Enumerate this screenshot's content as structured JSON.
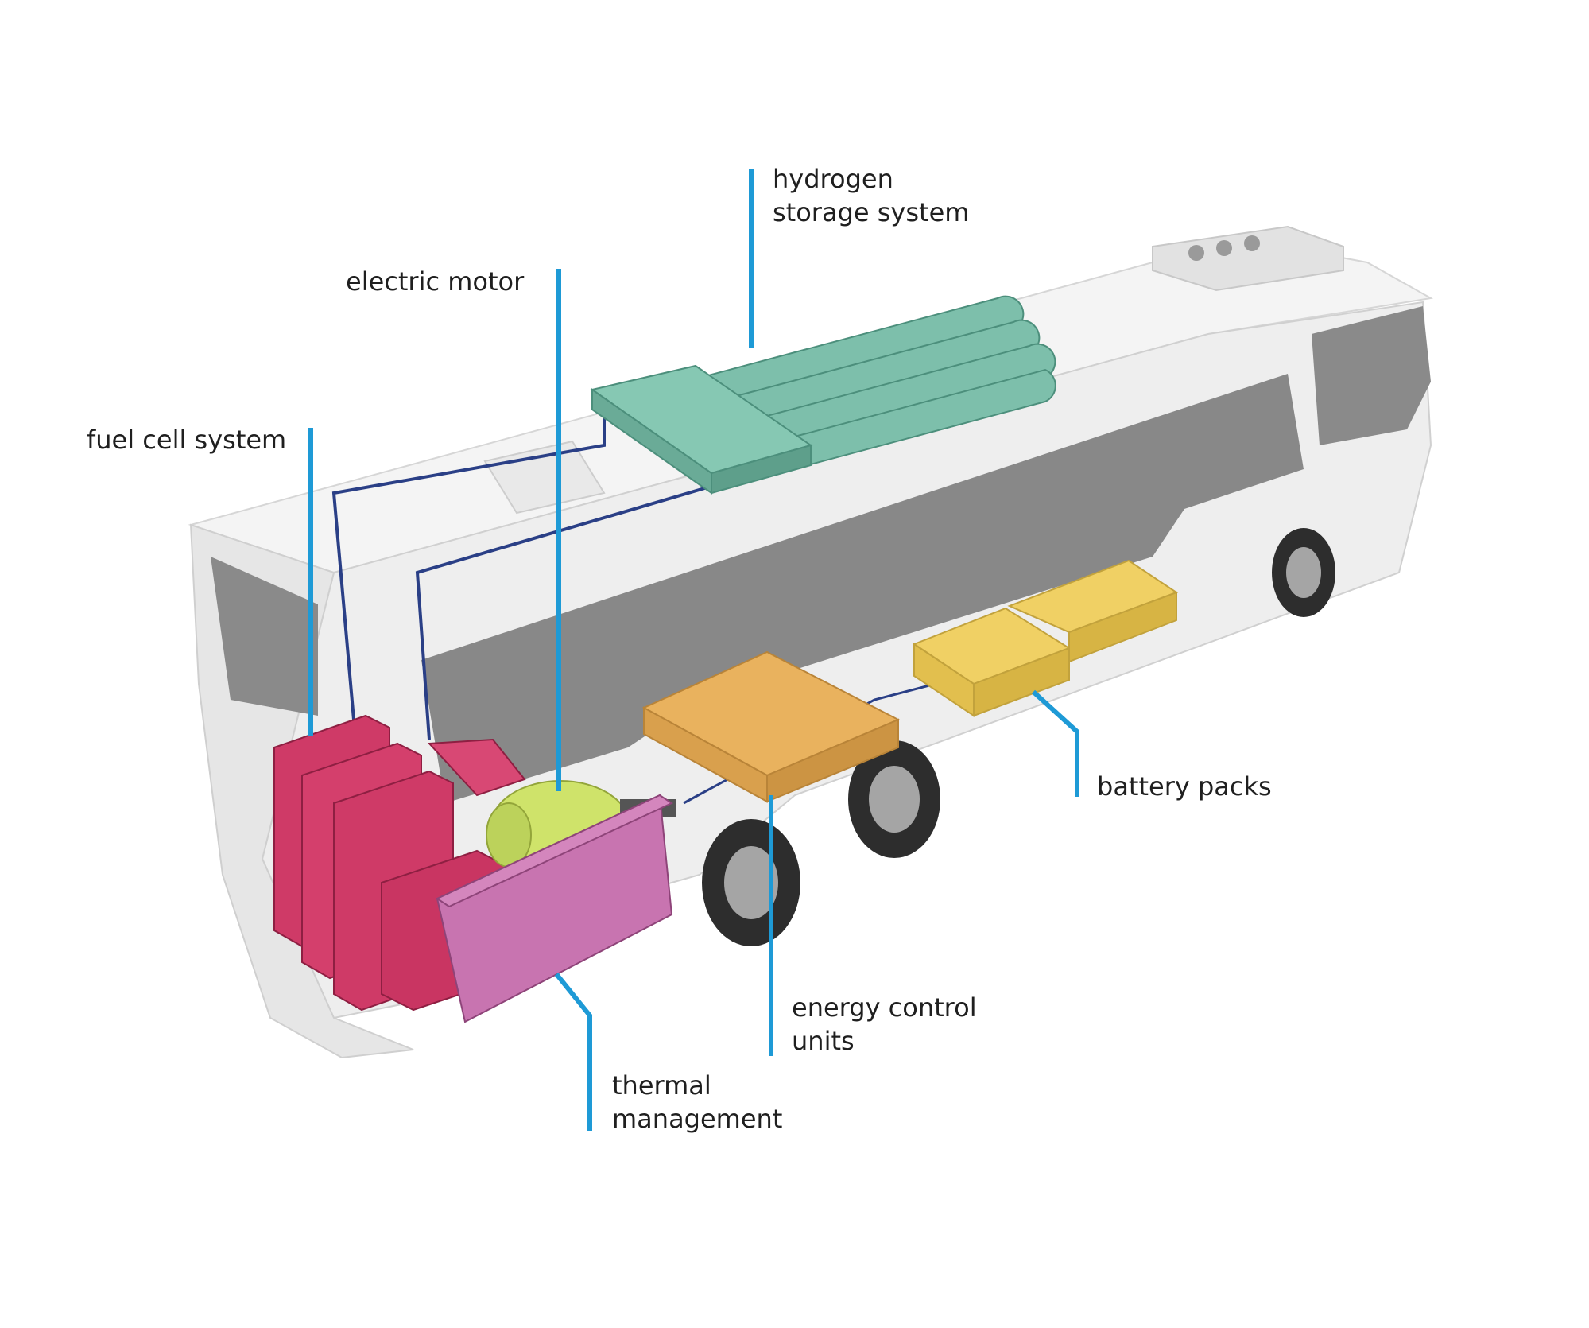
{
  "colors": {
    "leader": "#1e9ad6",
    "hydrogen_storage": "#7dbfab",
    "fuel_cell": "#cf3a67",
    "electric_motor": "#cfe36a",
    "thermal_management": "#c874b0",
    "energy_control": "#e9b25e",
    "battery": "#f0d064",
    "bus_body": "#f1f1f1",
    "glass": "#7c7c7c"
  },
  "labels": {
    "hydrogen_storage": [
      "hydrogen",
      "storage system"
    ],
    "electric_motor": [
      "electric motor"
    ],
    "fuel_cell": [
      "fuel cell system"
    ],
    "battery": [
      "battery packs"
    ],
    "energy_control": [
      "energy control",
      "units"
    ],
    "thermal_management": [
      "thermal",
      "management"
    ]
  }
}
